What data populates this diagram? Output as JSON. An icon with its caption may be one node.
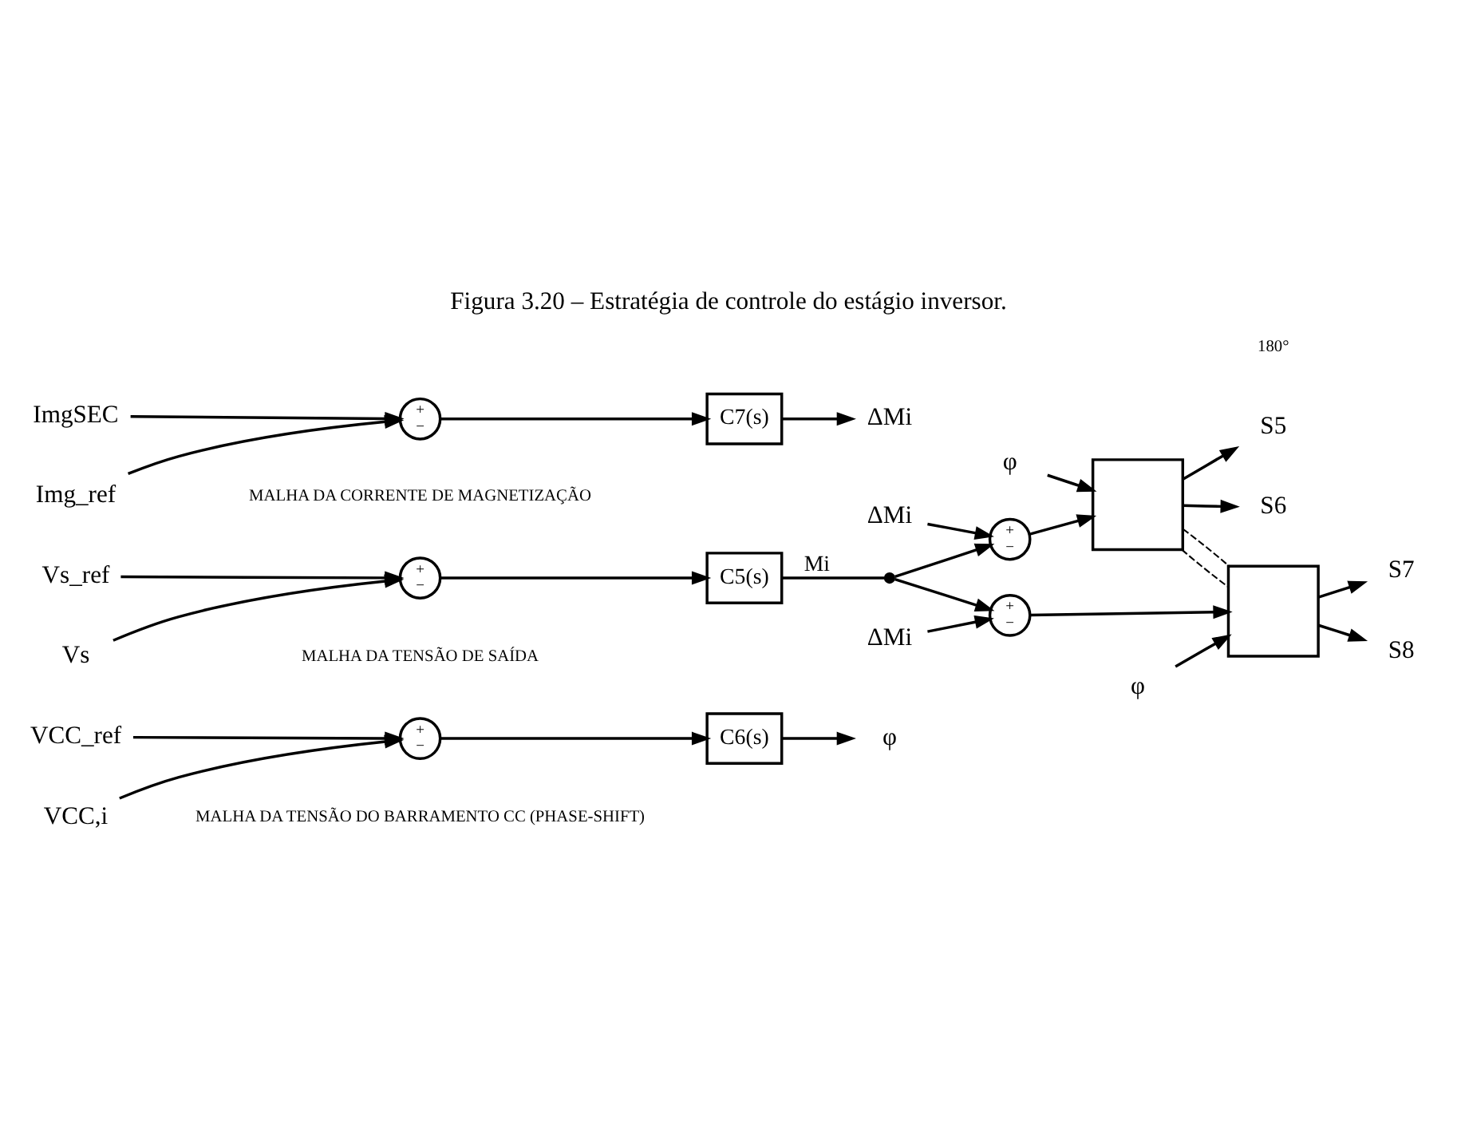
{
  "diagram": {
    "title": "Figura 3.20 – Estratégia de controle do estágio inversor.",
    "nodes": [
      {
        "text": [
          "VCC_ref"
        ]
      },
      {
        "text": [
          "+",
          "−"
        ]
      },
      {
        "text": [
          "C6(s)"
        ]
      },
      {
        "text": [
          "φ"
        ]
      },
      {
        "text": [
          "VCC,i"
        ]
      },
      {
        "text": [
          "Vs_ref"
        ]
      },
      {
        "text": [
          "+",
          "−"
        ]
      },
      {
        "text": [
          "C5(s)"
        ]
      },
      {
        "text": [],
        "shape": "dot"
      },
      {
        "text": [
          "Vs"
        ]
      },
      {
        "text": [
          "ΔMi"
        ]
      },
      {
        "text": [
          "+",
          "−"
        ]
      },
      {
        "text": [
          "φ"
        ]
      },
      {
        "text": [],
        "shape": "box"
      },
      {
        "text": [
          "S5"
        ]
      },
      {
        "text": [
          "S6"
        ]
      },
      {
        "text": [
          "+",
          "−"
        ]
      },
      {
        "text": [
          "ΔMi"
        ]
      },
      {
        "text": [
          "φ"
        ]
      },
      {
        "text": [],
        "shape": "box"
      },
      {
        "text": [
          "S7"
        ]
      },
      {
        "text": [
          "S8"
        ]
      },
      {
        "text": [
          "ImgSEC"
        ]
      },
      {
        "text": [
          "+",
          "−"
        ]
      },
      {
        "text": [
          "C7(s)"
        ]
      },
      {
        "text": [
          "ΔMi"
        ]
      },
      {
        "text": [
          "Img_ref"
        ]
      }
    ],
    "edges": [
      {
        "from": 0,
        "to": 1,
        "arrow": "to"
      },
      {
        "from": 1,
        "to": 2,
        "arrow": "to"
      },
      {
        "from": 2,
        "to": 3,
        "arrow": "to"
      },
      {
        "from": 4,
        "to": 1,
        "arrow": "to"
      },
      {
        "from": 5,
        "to": 6,
        "arrow": "to"
      },
      {
        "from": 6,
        "to": 7,
        "arrow": "to"
      },
      {
        "from": 7,
        "to": 8,
        "arrow": "none",
        "label": "Mi"
      },
      {
        "from": 9,
        "to": 6,
        "arrow": "to"
      },
      {
        "from": 8,
        "to": 11,
        "arrow": "to"
      },
      {
        "from": 10,
        "to": 11,
        "arrow": "to"
      },
      {
        "from": 11,
        "to": 13,
        "arrow": "to"
      },
      {
        "from": 12,
        "to": 13,
        "arrow": "to"
      },
      {
        "from": 13,
        "to": 14,
        "arrow": "to"
      },
      {
        "from": 13,
        "to": 15,
        "arrow": "to"
      },
      {
        "from": 8,
        "to": 16,
        "arrow": "to"
      },
      {
        "from": 17,
        "to": 16,
        "arrow": "to"
      },
      {
        "from": 16,
        "to": 19,
        "arrow": "to"
      },
      {
        "from": 18,
        "to": 19,
        "arrow": "to"
      },
      {
        "from": 19,
        "to": 20,
        "arrow": "to"
      },
      {
        "from": 19,
        "to": 21,
        "arrow": "to"
      },
      {
        "from": 13,
        "to": 19,
        "arrow": "none",
        "style": "dashed"
      },
      {
        "from": 13,
        "to": 19,
        "arrow": "none",
        "style": "dashed"
      },
      {
        "from": 22,
        "to": 23,
        "arrow": "to"
      },
      {
        "from": 23,
        "to": 24,
        "arrow": "to"
      },
      {
        "from": 24,
        "to": 25,
        "arrow": "to"
      },
      {
        "from": 26,
        "to": 23,
        "arrow": "to"
      }
    ],
    "labels": [
      "MALHA DA TENSÃO DO BARRAMENTO CC (PHASE-SHIFT)",
      "180°",
      "MALHA DA TENSÃO DE SAÍDA",
      "MALHA DA CORRENTE DE MAGNETIZAÇÃO"
    ]
  }
}
